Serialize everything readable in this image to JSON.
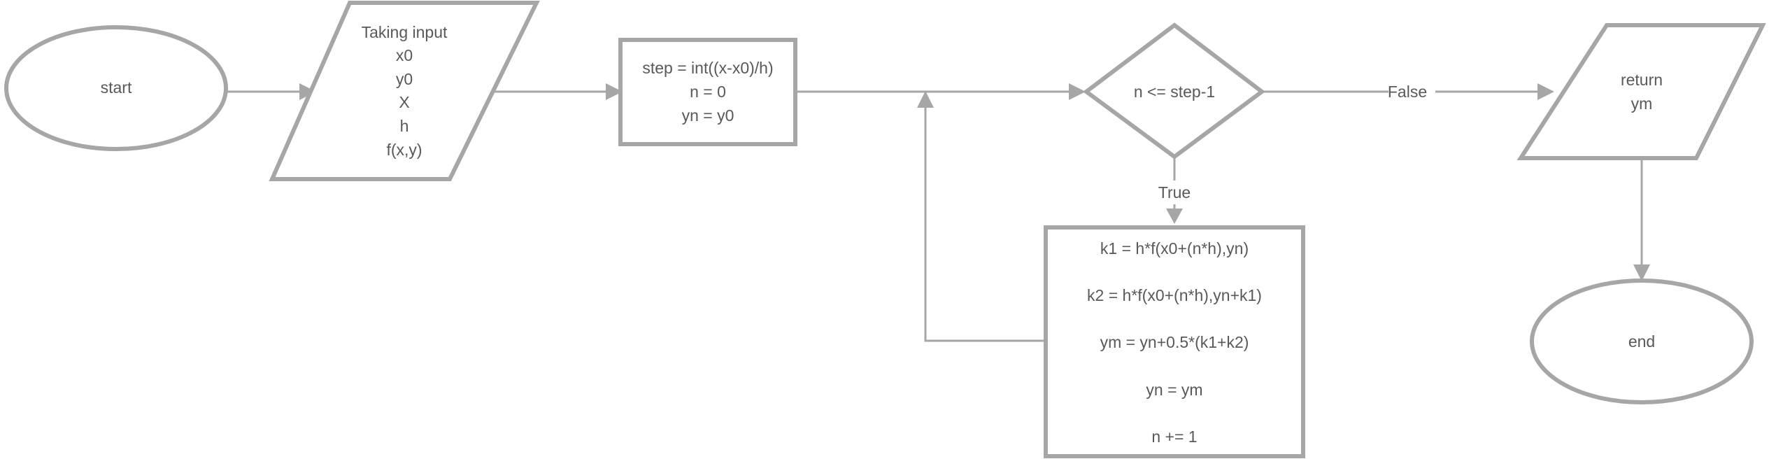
{
  "diagram": {
    "nodes": {
      "start": {
        "label": "start"
      },
      "input": {
        "lines": [
          "Taking input",
          "x0",
          "y0",
          "X",
          "h",
          "f(x,y)"
        ]
      },
      "init": {
        "lines": [
          "step = int((x-x0)/h)",
          "n = 0",
          "yn = y0"
        ]
      },
      "condition": {
        "label": "n <= step-1"
      },
      "body": {
        "lines": [
          "k1 = h*f(x0+(n*h),yn)",
          "k2 = h*f(x0+(n*h),yn+k1)",
          "ym = yn+0.5*(k1+k2)",
          "yn = ym",
          "n += 1"
        ]
      },
      "output": {
        "lines": [
          "return",
          "ym"
        ]
      },
      "end": {
        "label": "end"
      }
    },
    "edges": {
      "true_label": "True",
      "false_label": "False"
    },
    "colors": {
      "stroke": "#a6a6a6",
      "text": "#595959",
      "background": "#ffffff"
    }
  }
}
